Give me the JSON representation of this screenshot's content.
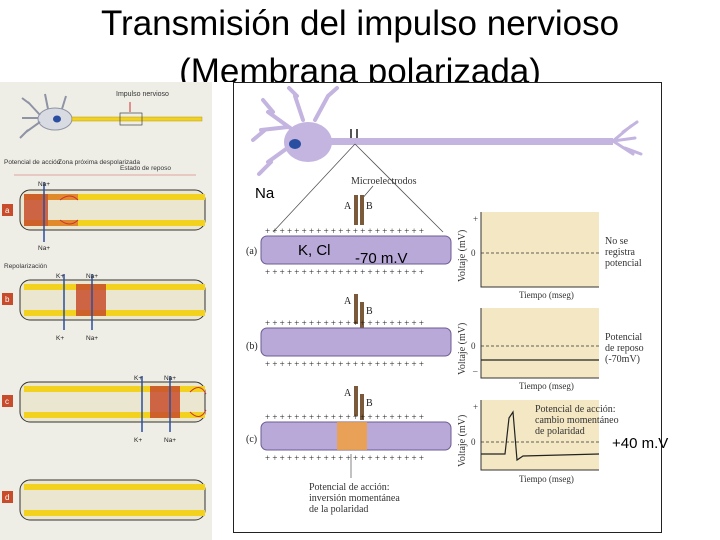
{
  "slide": {
    "title_line1": "Transmisión del impulso nervioso",
    "title_line2": "(Membrana polarizada)",
    "label_na": "Na",
    "label_kcl": "K, Cl",
    "label_minus70": "-70 m.V",
    "label_plus40": "+40 m.V"
  },
  "left_figure": {
    "impulse_label": "Impulso nervioso",
    "col_action": "Potencial de acción",
    "col_zone": "Zona próxima despolarizada",
    "col_rest": "Estado de reposo",
    "repolarization": "Repolarización",
    "panels": [
      "a",
      "b",
      "c",
      "d"
    ],
    "ion_na": "Na+",
    "ion_k": "K+"
  },
  "right_figure": {
    "microelectrodes": "Microelectrodos",
    "electrode_a": "A",
    "electrode_b": "B",
    "panel_a": "(a)",
    "panel_b": "(b)",
    "panel_c": "(c)",
    "y_axis": "Voltaje (mV)",
    "x_axis": "Tiempo (mseg)",
    "zero": "0",
    "plus": "+",
    "minus": "–",
    "note_a": [
      "No se",
      "registra",
      "potencial"
    ],
    "note_b": [
      "Potencial",
      "de reposo",
      "(-70mV)"
    ],
    "note_c": [
      "Potencial de acción:",
      "cambio momentáneo",
      "de polaridad"
    ],
    "caption_c": [
      "Potencial de acción:",
      "inversión momentánea",
      "de la polaridad"
    ]
  },
  "colors": {
    "axon_purple": "#b9a9d9",
    "neuron_purple": "#c3b4e0",
    "graph_bg": "#f4e7c3",
    "depol_orange": "#f0a040",
    "myelin_yellow": "#f2d21f",
    "axon_red": "#c84c2c"
  }
}
